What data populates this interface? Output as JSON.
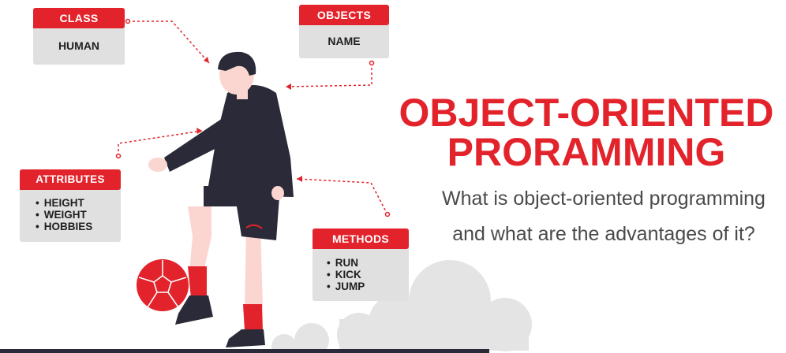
{
  "title": {
    "line1": "OBJECT-ORIENTED",
    "line2": "PRORAMMING"
  },
  "subtitle": "What is object-oriented programming and what are the advantages of it?",
  "class_card": {
    "label": "CLASS",
    "value": "HUMAN"
  },
  "objects_card": {
    "label": "OBJECTS",
    "value": "NAME"
  },
  "attributes_card": {
    "label": "ATTRIBUTES",
    "items": [
      "HEIGHT",
      "WEIGHT",
      "HOBBIES"
    ]
  },
  "methods_card": {
    "label": "METHODS",
    "items": [
      "RUN",
      "KICK",
      "JUMP"
    ]
  },
  "colors": {
    "accent": "#e3232b",
    "card": "#e0e0e0",
    "text": "#1f1f1f",
    "figure": "#2b2a38",
    "skin": "#fbd6d0"
  },
  "icons": [
    "soccer-player",
    "soccer-ball",
    "cloud"
  ]
}
